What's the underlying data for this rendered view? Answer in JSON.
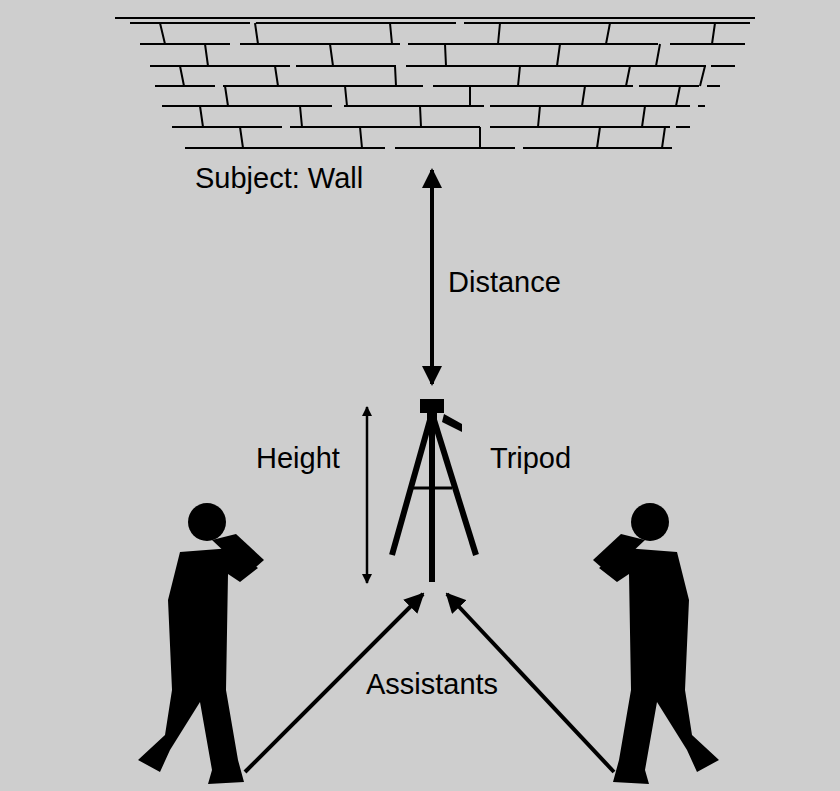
{
  "diagram": {
    "labels": [
      "Subject: Wall",
      "Distance",
      "Height",
      "Tripod",
      "Assistants"
    ]
  }
}
